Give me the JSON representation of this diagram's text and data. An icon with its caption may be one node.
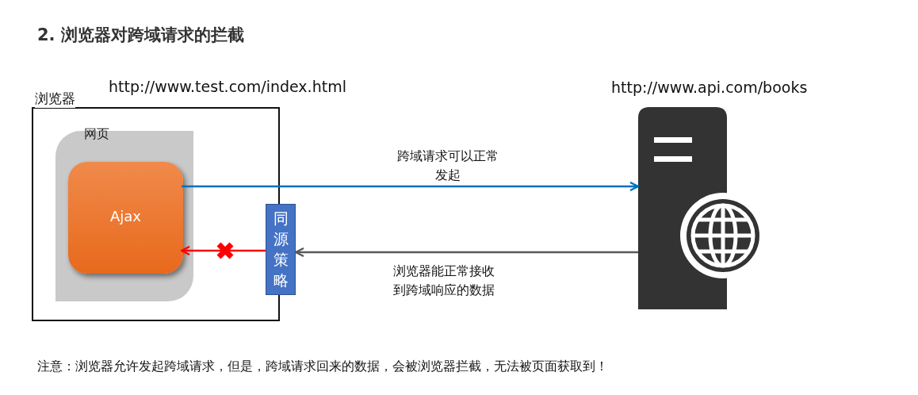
{
  "diagram": {
    "title": "2. 浏览器对跨域请求的拦截",
    "nodes": [
      {
        "text": [
          "浏览器"
        ],
        "beside": [
          "http://www.test.com/index.html"
        ]
      },
      {
        "text": [
          "网页"
        ],
        "in": 0
      },
      {
        "text": [
          "Ajax"
        ],
        "in": 1
      },
      {
        "text": [
          "同源策略"
        ]
      },
      {
        "text": [],
        "shape": "picture",
        "beside": [
          "http://www.api.com/books"
        ]
      }
    ],
    "edges": [
      {
        "from": 2,
        "to": 4,
        "arrow": "to",
        "label": "跨域请求可以正常发起",
        "color": "#0070c0"
      },
      {
        "from": 4,
        "to": 3,
        "arrow": "to",
        "label": "浏览器能正常接收到跨域响应的数据",
        "color": "#595959"
      },
      {
        "from": 3,
        "to": 2,
        "arrow": "to",
        "color": "#ff0000"
      }
    ],
    "labels": [
      "注意：浏览器允许发起跨域请求，但是，跨域请求回来的数据，会被浏览器拦截，无法被页面获取到！"
    ]
  }
}
